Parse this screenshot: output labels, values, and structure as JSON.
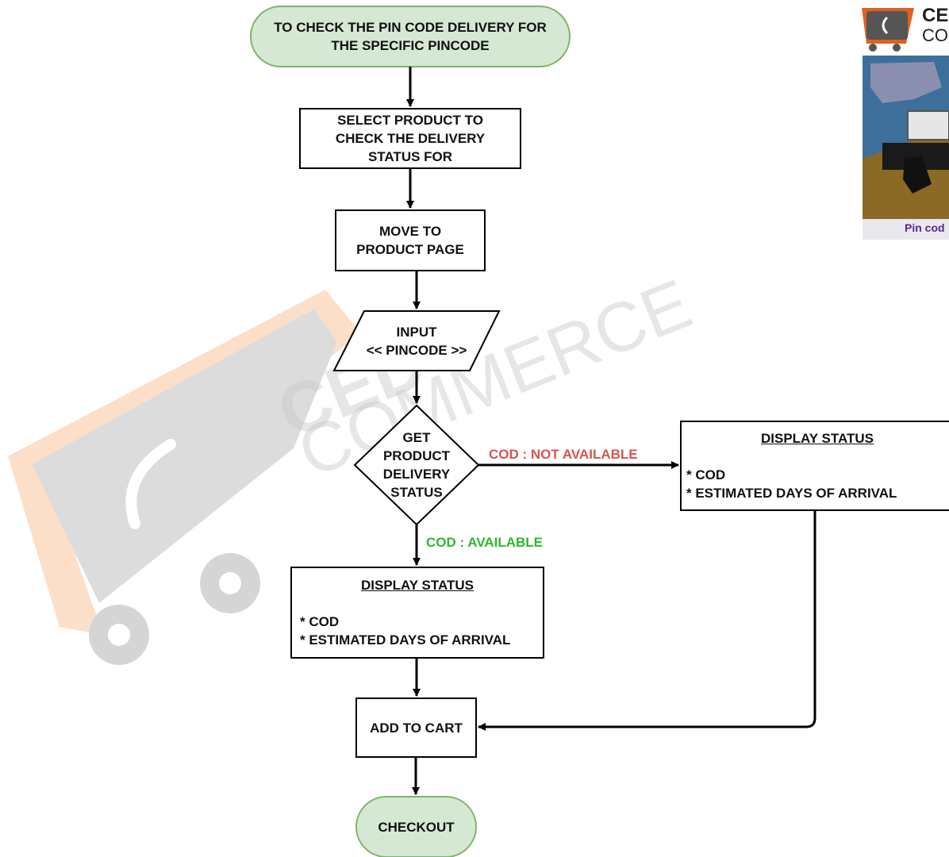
{
  "watermark": {
    "line1": "CED",
    "line2": "COMMERCE"
  },
  "thumbnail": {
    "brand_top": "CE",
    "brand_bottom": "CO",
    "caption": "Pin cod"
  },
  "nodes": {
    "start": [
      "TO CHECK THE PIN CODE DELIVERY FOR",
      "THE SPECIFIC PINCODE"
    ],
    "select_product": [
      "SELECT PRODUCT TO",
      "CHECK THE DELIVERY",
      "STATUS FOR"
    ],
    "move_page": [
      "MOVE TO",
      "PRODUCT PAGE"
    ],
    "input": [
      "INPUT",
      "<< PINCODE >>"
    ],
    "decision": [
      "GET",
      "PRODUCT",
      "DELIVERY",
      "STATUS"
    ],
    "display_right": {
      "heading": "DISPLAY STATUS",
      "items": [
        "* COD",
        "* ESTIMATED DAYS OF ARRIVAL"
      ]
    },
    "display_left": {
      "heading": "DISPLAY STATUS",
      "items": [
        "* COD",
        "* ESTIMATED DAYS OF ARRIVAL"
      ]
    },
    "add_to_cart": [
      "ADD TO CART"
    ],
    "checkout": [
      "CHECKOUT"
    ]
  },
  "edges": {
    "cod_not_available": "COD : NOT AVAILABLE",
    "cod_available": "COD : AVAILABLE"
  },
  "colors": {
    "terminator_fill": "#d5e8d4",
    "terminator_stroke": "#82b366",
    "not_available": "#d9534f",
    "available": "#2eb82e",
    "watermark_orange": "#f7a668",
    "watermark_gray": "#b3b3b3"
  }
}
